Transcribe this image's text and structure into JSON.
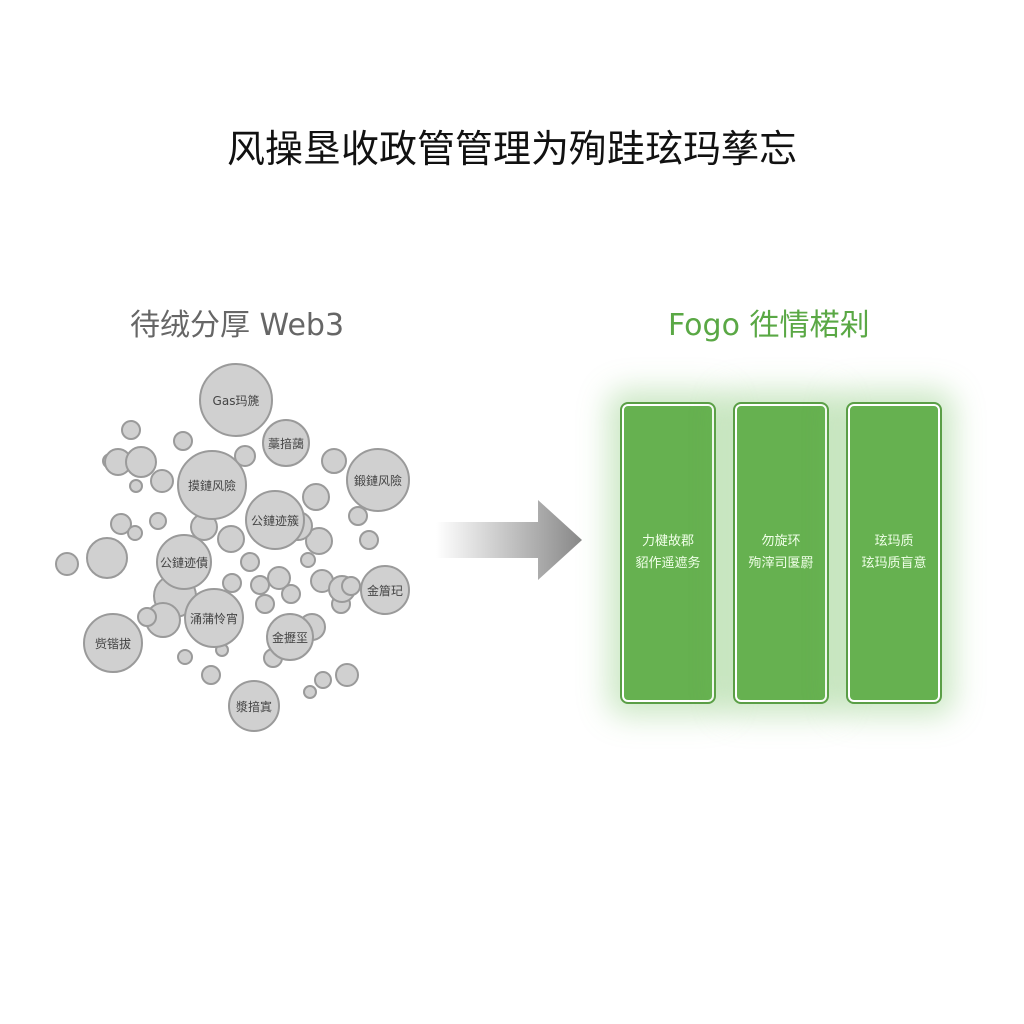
{
  "title": "风操垦收政管管理为殉跬玹玛孳忘",
  "left": {
    "heading": "待绒分厚 Web3",
    "bubbles": [
      "Gas玛篪",
      "藁揞藹",
      "摸鏈风險",
      "鍛鏈风險",
      "公鏈迹簇",
      "公鏈迹債",
      "金篃玘",
      "涌蒲怜宵",
      "金攊坙",
      "赀锴拔",
      "漿揞寘"
    ]
  },
  "right": {
    "heading": "Fogo 徃情楉剁",
    "columns": [
      {
        "line1": "力楗故郡",
        "line2": "貂作遥遮务"
      },
      {
        "line1": "勿旋环",
        "line2": "殉滓司匽罻"
      },
      {
        "line1": "玹玛质",
        "line2": "玹玛质盲意"
      }
    ]
  },
  "colors": {
    "accent": "#66b150",
    "bubble": "#d0d0d0"
  }
}
